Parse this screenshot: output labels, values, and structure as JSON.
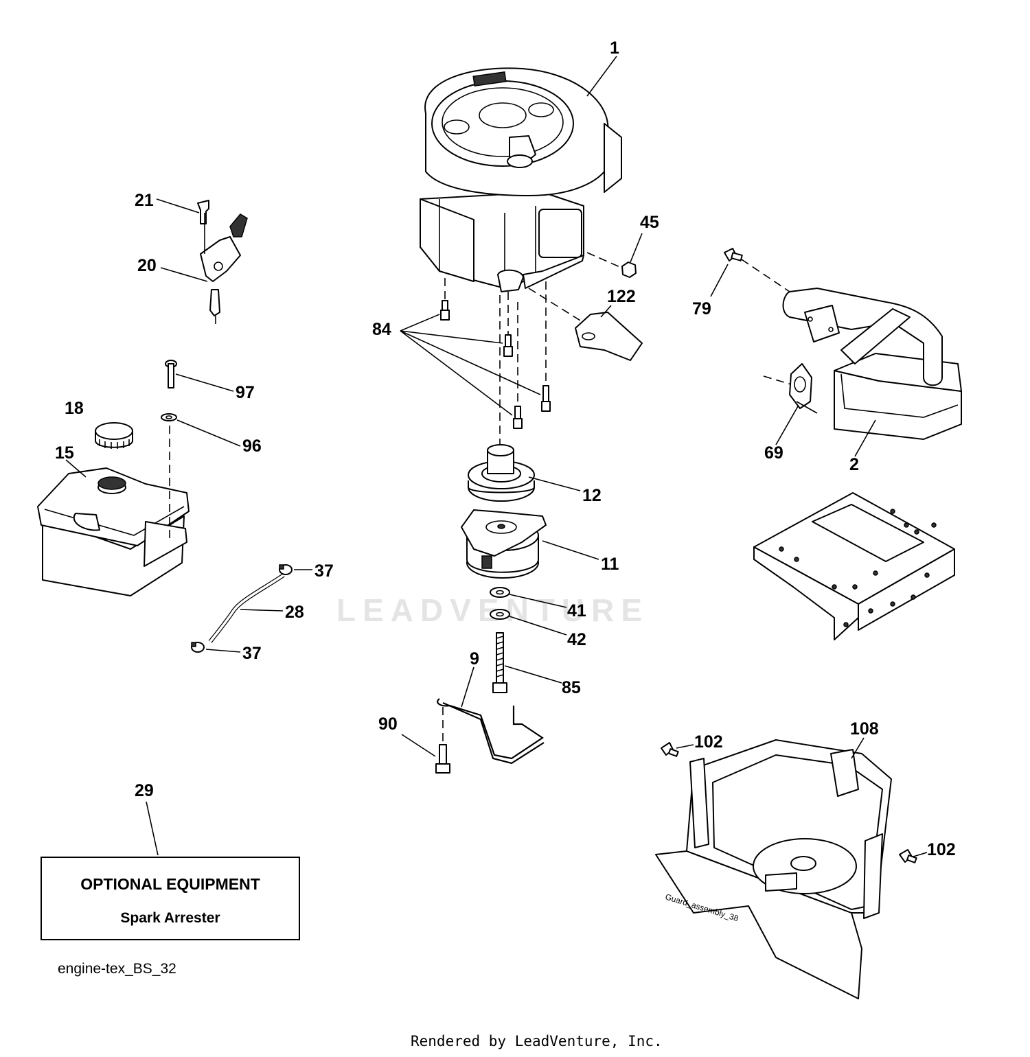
{
  "watermark": "LEADVENTURE",
  "callouts": {
    "c1": "1",
    "c2": "2",
    "c9": "9",
    "c11": "11",
    "c12": "12",
    "c15": "15",
    "c18": "18",
    "c20": "20",
    "c21": "21",
    "c28": "28",
    "c29": "29",
    "c37a": "37",
    "c37b": "37",
    "c41": "41",
    "c42": "42",
    "c45": "45",
    "c69": "69",
    "c79": "79",
    "c84": "84",
    "c85": "85",
    "c90": "90",
    "c96": "96",
    "c97": "97",
    "c102a": "102",
    "c102b": "102",
    "c108": "108",
    "c122": "122"
  },
  "guard_label": "Guard_assembly_38",
  "optional_box": {
    "title": "OPTIONAL EQUIPMENT",
    "subtitle": "Spark Arrester"
  },
  "diagram_code": "engine-tex_BS_32",
  "footer": "Rendered by LeadVenture, Inc."
}
